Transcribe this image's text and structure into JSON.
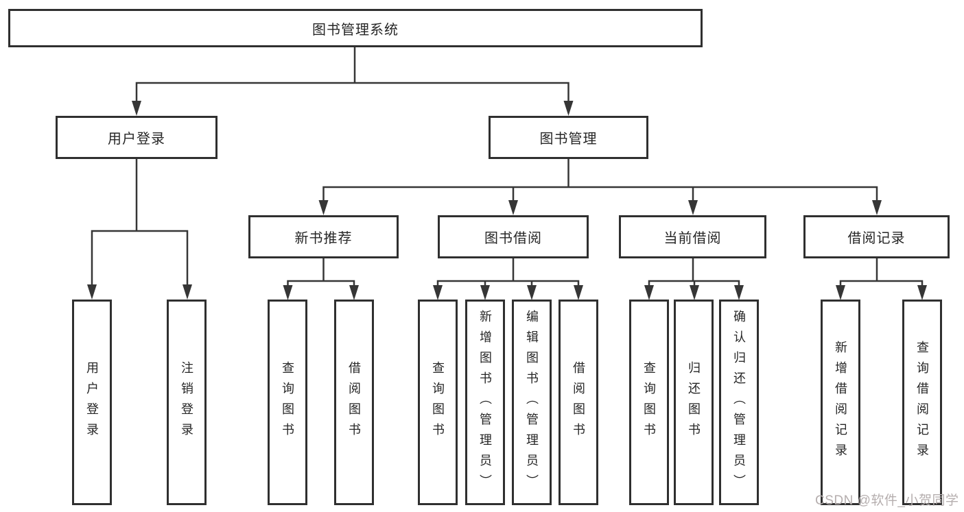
{
  "colors": {
    "line": "#363636",
    "border": "#2f2f2f",
    "text": "#262626",
    "bg": "#ffffff",
    "watermark": "#b5aeae"
  },
  "tree": {
    "root": {
      "label": "图书管理系统"
    },
    "branches": [
      {
        "label": "用户登录",
        "children": [
          {
            "label": "用户登录"
          },
          {
            "label": "注销登录"
          }
        ]
      },
      {
        "label": "图书管理",
        "children": [
          {
            "label": "新书推荐",
            "children": [
              {
                "label": "查询图书"
              },
              {
                "label": "借阅图书"
              }
            ]
          },
          {
            "label": "图书借阅",
            "children": [
              {
                "label": "查询图书"
              },
              {
                "label": "新增图书（管理员）"
              },
              {
                "label": "编辑图书（管理员）"
              },
              {
                "label": "借阅图书"
              }
            ]
          },
          {
            "label": "当前借阅",
            "children": [
              {
                "label": "查询图书"
              },
              {
                "label": "归还图书"
              },
              {
                "label": "确认归还（管理员）"
              }
            ]
          },
          {
            "label": "借阅记录",
            "children": [
              {
                "label": "新增借阅记录"
              },
              {
                "label": "查询借阅记录"
              }
            ]
          }
        ]
      }
    ]
  },
  "watermark": {
    "text": "CSDN @软件_小贺同学"
  }
}
